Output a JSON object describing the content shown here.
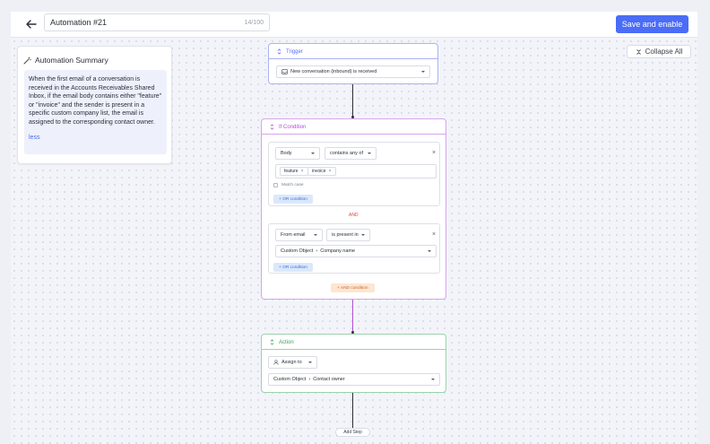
{
  "header": {
    "automation_name": "Automation #21",
    "char_count": "14/100",
    "save_label": "Save and enable",
    "collapse_label": "Collapse All"
  },
  "summary": {
    "title": "Automation Summary",
    "text": "When the first email of a conversation is received in the Accounts Receivables Shared Inbox, if the email body contains either \"feature\" or \"invoice\" and the sender is present in a specific custom company list, the email is assigned to the corresponding contact owner.",
    "less_label": "less"
  },
  "trigger": {
    "title": "Trigger",
    "color": "#5a6cf0",
    "value": "New conversation (inbound) is received"
  },
  "if_condition": {
    "title": "If Condition",
    "color": "#b24fd6",
    "condition1": {
      "field": "Body",
      "operator": "contains any of",
      "chips": [
        "feature",
        "invoice"
      ],
      "match_case_label": "Match case",
      "or_label": "+ OR condition"
    },
    "and_separator": "AND",
    "condition2": {
      "field": "From email",
      "operator": "is present in",
      "path_object": "Custom Object",
      "path_field": "Company name",
      "or_label": "+ OR condition"
    },
    "and_label": "+ AND condition"
  },
  "action": {
    "title": "Action",
    "color": "#3aa35c",
    "action_type": "Assign to",
    "path_object": "Custom Object",
    "path_field": "Contact owner"
  },
  "add_step_label": "Add Step"
}
